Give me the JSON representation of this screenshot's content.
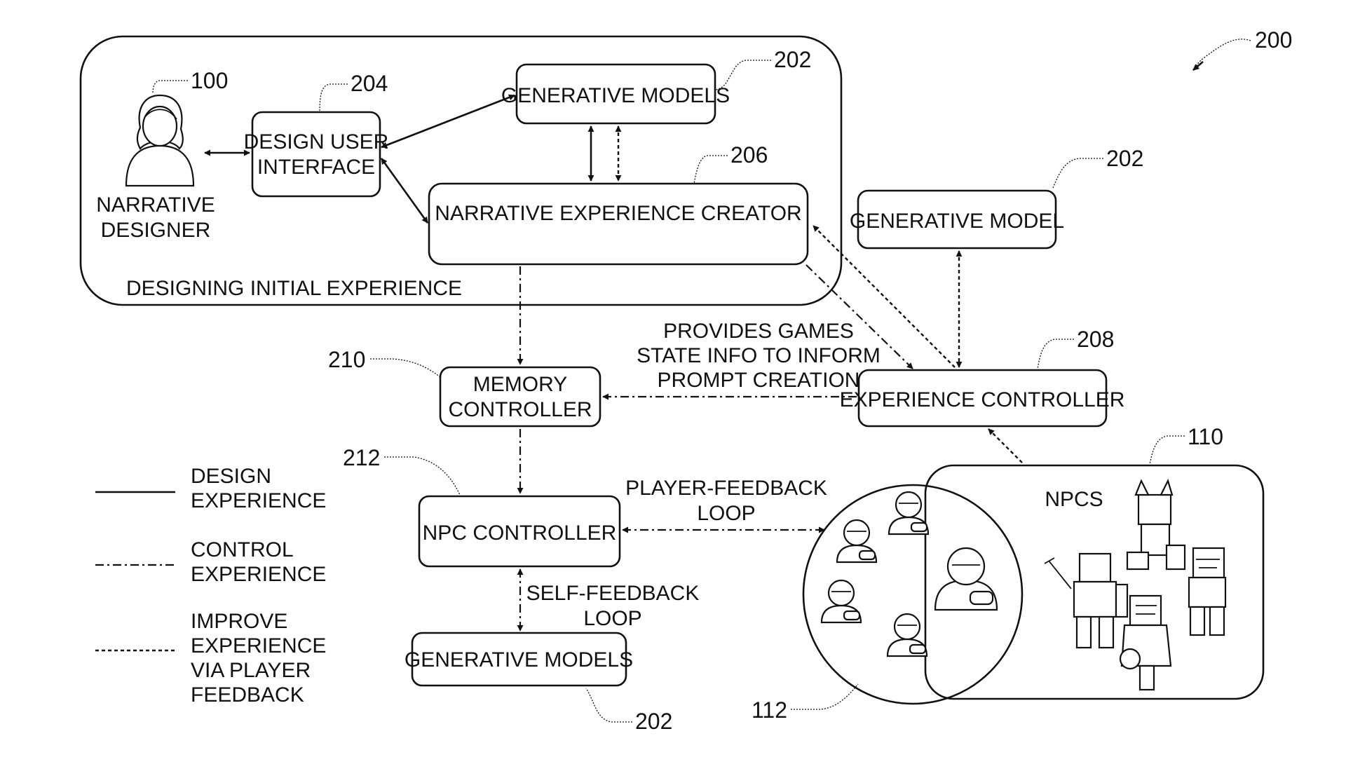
{
  "figure_number": "200",
  "designer": {
    "ref": "100",
    "label_line1": "NARRATIVE",
    "label_line2": "DESIGNER"
  },
  "region": {
    "label": "DESIGNING INITIAL EXPERIENCE"
  },
  "nodes": {
    "design_ui": {
      "ref": "204",
      "line1": "DESIGN USER",
      "line2": "INTERFACE"
    },
    "generative_models_top": {
      "ref": "202",
      "label": "GENERATIVE MODELS"
    },
    "narrative_creator": {
      "ref": "206",
      "label": "NARRATIVE EXPERIENCE CREATOR"
    },
    "generative_model_right": {
      "ref": "202",
      "label": "GENERATIVE MODEL"
    },
    "experience_controller": {
      "ref": "208",
      "label": "EXPERIENCE CONTROLLER"
    },
    "memory_controller": {
      "ref": "210",
      "line1": "MEMORY",
      "line2": "CONTROLLER"
    },
    "npc_controller": {
      "ref": "212",
      "label": "NPC CONTROLLER"
    },
    "generative_models_bottom": {
      "ref": "202",
      "label": "GENERATIVE MODELS"
    }
  },
  "annotations": {
    "games_state": [
      "PROVIDES GAMES",
      "STATE INFO TO INFORM",
      "PROMPT CREATION"
    ],
    "player_feedback": [
      "PLAYER-FEEDBACK",
      "LOOP"
    ],
    "self_feedback": [
      "SELF-FEEDBACK",
      "LOOP"
    ]
  },
  "groups": {
    "npcs": {
      "ref": "110",
      "label": "NPCS"
    },
    "players": {
      "ref": "112"
    }
  },
  "legend": [
    {
      "style": "solid",
      "lines": [
        "DESIGN",
        "EXPERIENCE"
      ]
    },
    {
      "style": "dash-dot",
      "lines": [
        "CONTROL",
        "EXPERIENCE"
      ]
    },
    {
      "style": "dotted",
      "lines": [
        "IMPROVE",
        "EXPERIENCE",
        "VIA PLAYER",
        "FEEDBACK"
      ]
    }
  ]
}
